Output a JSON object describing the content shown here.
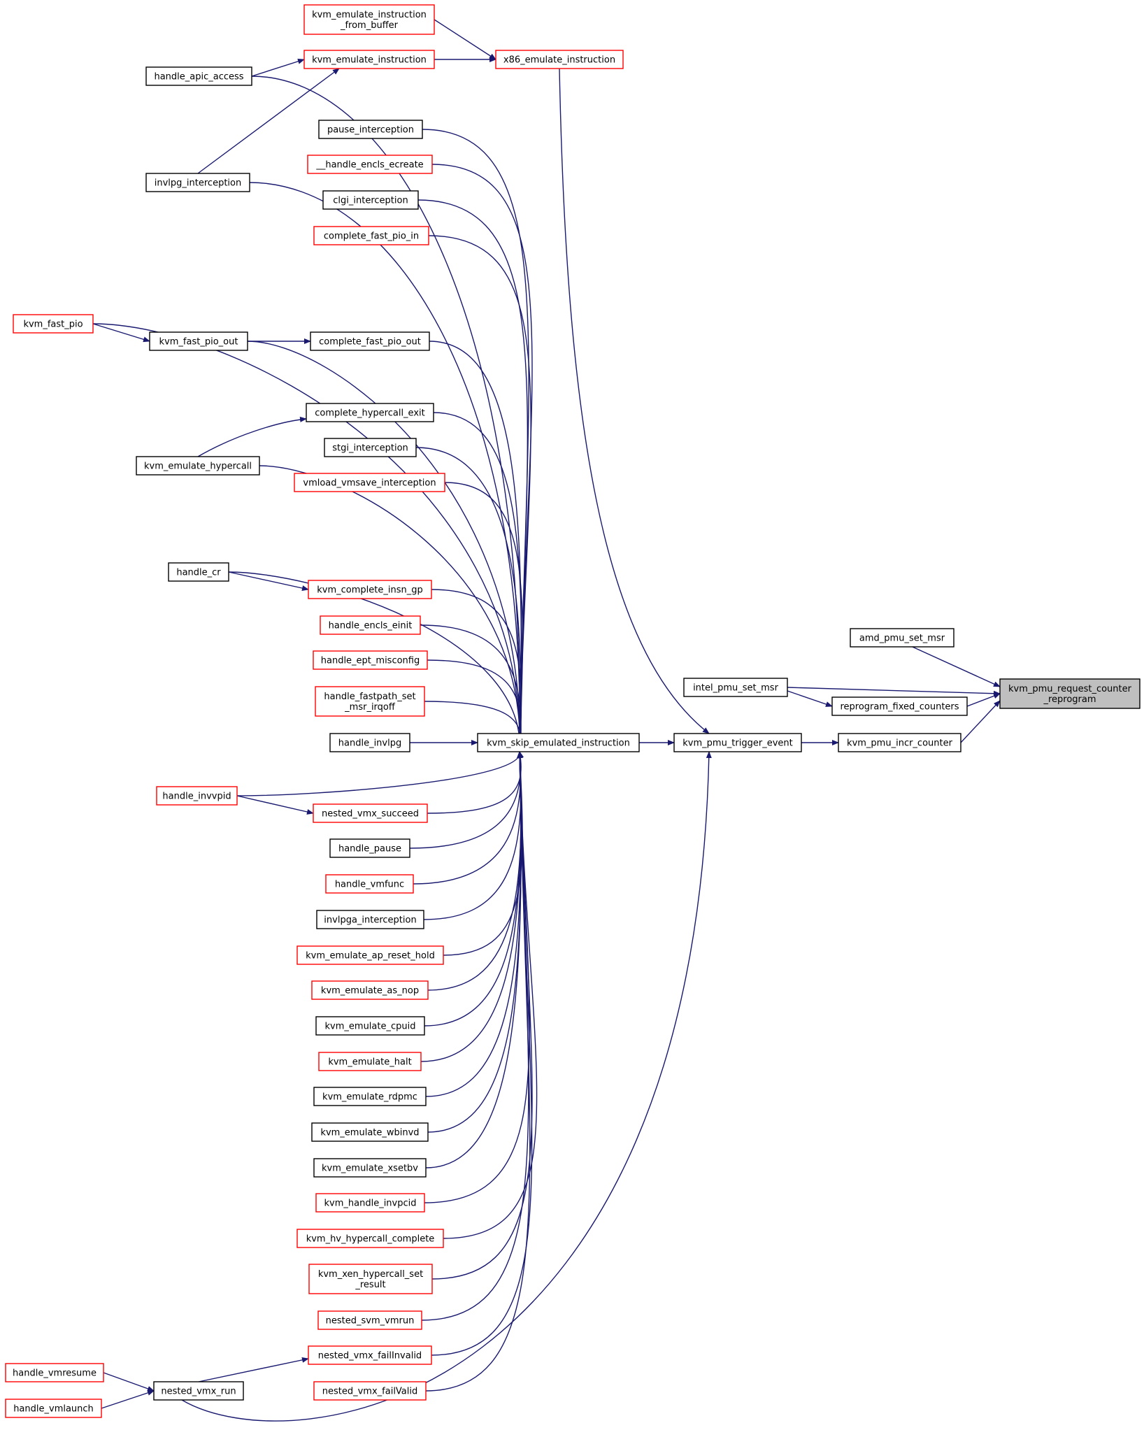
{
  "nodes": {
    "target": {
      "lines": [
        "kvm_pmu_request_counter",
        "_reprogram"
      ],
      "style": "gray"
    },
    "amd_pmu_set_msr": {
      "lines": [
        "amd_pmu_set_msr"
      ],
      "style": "black"
    },
    "intel_pmu_set_msr": {
      "lines": [
        "intel_pmu_set_msr"
      ],
      "style": "black"
    },
    "reprogram_fixed_counters": {
      "lines": [
        "reprogram_fixed_counters"
      ],
      "style": "black"
    },
    "kvm_pmu_incr_counter": {
      "lines": [
        "kvm_pmu_incr_counter"
      ],
      "style": "black"
    },
    "kvm_pmu_trigger_event": {
      "lines": [
        "kvm_pmu_trigger_event"
      ],
      "style": "black"
    },
    "kvm_skip_emulated_instruction": {
      "lines": [
        "kvm_skip_emulated_instruction"
      ],
      "style": "black"
    },
    "x86_emulate_instruction": {
      "lines": [
        "x86_emulate_instruction"
      ],
      "style": "red"
    },
    "kvm_emulate_instruction_from_buffer": {
      "lines": [
        "kvm_emulate_instruction",
        "_from_buffer"
      ],
      "style": "red"
    },
    "kvm_emulate_instruction": {
      "lines": [
        "kvm_emulate_instruction"
      ],
      "style": "red"
    },
    "handle_apic_access": {
      "lines": [
        "handle_apic_access"
      ],
      "style": "black"
    },
    "invlpg_interception": {
      "lines": [
        "invlpg_interception"
      ],
      "style": "black"
    },
    "pause_interception": {
      "lines": [
        "pause_interception"
      ],
      "style": "black"
    },
    "handle_encls_ecreate": {
      "lines": [
        "__handle_encls_ecreate"
      ],
      "style": "red"
    },
    "clgi_interception": {
      "lines": [
        "clgi_interception"
      ],
      "style": "black"
    },
    "complete_fast_pio_in": {
      "lines": [
        "complete_fast_pio_in"
      ],
      "style": "red"
    },
    "kvm_fast_pio": {
      "lines": [
        "kvm_fast_pio"
      ],
      "style": "red"
    },
    "kvm_fast_pio_out": {
      "lines": [
        "kvm_fast_pio_out"
      ],
      "style": "black"
    },
    "complete_fast_pio_out": {
      "lines": [
        "complete_fast_pio_out"
      ],
      "style": "black"
    },
    "complete_hypercall_exit": {
      "lines": [
        "complete_hypercall_exit"
      ],
      "style": "black"
    },
    "stgi_interception": {
      "lines": [
        "stgi_interception"
      ],
      "style": "black"
    },
    "kvm_emulate_hypercall": {
      "lines": [
        "kvm_emulate_hypercall"
      ],
      "style": "black"
    },
    "vmload_vmsave_interception": {
      "lines": [
        "vmload_vmsave_interception"
      ],
      "style": "red"
    },
    "handle_cr": {
      "lines": [
        "handle_cr"
      ],
      "style": "black"
    },
    "kvm_complete_insn_gp": {
      "lines": [
        "kvm_complete_insn_gp"
      ],
      "style": "red"
    },
    "handle_encls_einit": {
      "lines": [
        "handle_encls_einit"
      ],
      "style": "red"
    },
    "handle_ept_misconfig": {
      "lines": [
        "handle_ept_misconfig"
      ],
      "style": "red"
    },
    "handle_fastpath_set_msr_irqoff": {
      "lines": [
        "handle_fastpath_set",
        "_msr_irqoff"
      ],
      "style": "red"
    },
    "handle_invlpg": {
      "lines": [
        "handle_invlpg"
      ],
      "style": "black"
    },
    "handle_invvpid": {
      "lines": [
        "handle_invvpid"
      ],
      "style": "red"
    },
    "nested_vmx_succeed": {
      "lines": [
        "nested_vmx_succeed"
      ],
      "style": "red"
    },
    "handle_pause": {
      "lines": [
        "handle_pause"
      ],
      "style": "black"
    },
    "handle_vmfunc": {
      "lines": [
        "handle_vmfunc"
      ],
      "style": "red"
    },
    "invlpga_interception": {
      "lines": [
        "invlpga_interception"
      ],
      "style": "black"
    },
    "kvm_emulate_ap_reset_hold": {
      "lines": [
        "kvm_emulate_ap_reset_hold"
      ],
      "style": "red"
    },
    "kvm_emulate_as_nop": {
      "lines": [
        "kvm_emulate_as_nop"
      ],
      "style": "red"
    },
    "kvm_emulate_cpuid": {
      "lines": [
        "kvm_emulate_cpuid"
      ],
      "style": "black"
    },
    "kvm_emulate_halt": {
      "lines": [
        "kvm_emulate_halt"
      ],
      "style": "red"
    },
    "kvm_emulate_rdpmc": {
      "lines": [
        "kvm_emulate_rdpmc"
      ],
      "style": "black"
    },
    "kvm_emulate_wbinvd": {
      "lines": [
        "kvm_emulate_wbinvd"
      ],
      "style": "black"
    },
    "kvm_emulate_xsetbv": {
      "lines": [
        "kvm_emulate_xsetbv"
      ],
      "style": "black"
    },
    "kvm_handle_invpcid": {
      "lines": [
        "kvm_handle_invpcid"
      ],
      "style": "red"
    },
    "kvm_hv_hypercall_complete": {
      "lines": [
        "kvm_hv_hypercall_complete"
      ],
      "style": "red"
    },
    "kvm_xen_hypercall_set_result": {
      "lines": [
        "kvm_xen_hypercall_set",
        "_result"
      ],
      "style": "red"
    },
    "nested_svm_vmrun": {
      "lines": [
        "nested_svm_vmrun"
      ],
      "style": "red"
    },
    "nested_vmx_failInvalid": {
      "lines": [
        "nested_vmx_failInvalid"
      ],
      "style": "red"
    },
    "nested_vmx_failValid": {
      "lines": [
        "nested_vmx_failValid"
      ],
      "style": "red"
    },
    "handle_vmresume": {
      "lines": [
        "handle_vmresume"
      ],
      "style": "red"
    },
    "handle_vmlaunch": {
      "lines": [
        "handle_vmlaunch"
      ],
      "style": "red"
    },
    "nested_vmx_run": {
      "lines": [
        "nested_vmx_run"
      ],
      "style": "black"
    }
  },
  "edges": [
    [
      "amd_pmu_set_msr",
      "target"
    ],
    [
      "intel_pmu_set_msr",
      "target"
    ],
    [
      "intel_pmu_set_msr",
      "reprogram_fixed_counters"
    ],
    [
      "reprogram_fixed_counters",
      "target"
    ],
    [
      "kvm_pmu_incr_counter",
      "target"
    ],
    [
      "kvm_pmu_trigger_event",
      "kvm_pmu_incr_counter"
    ],
    [
      "kvm_skip_emulated_instruction",
      "kvm_pmu_trigger_event"
    ],
    [
      "x86_emulate_instruction",
      "kvm_pmu_trigger_event"
    ],
    [
      "nested_vmx_run",
      "kvm_pmu_trigger_event"
    ],
    [
      "kvm_emulate_instruction_from_buffer",
      "x86_emulate_instruction"
    ],
    [
      "kvm_emulate_instruction",
      "x86_emulate_instruction"
    ],
    [
      "handle_apic_access",
      "kvm_emulate_instruction"
    ],
    [
      "invlpg_interception",
      "kvm_emulate_instruction"
    ],
    [
      "handle_apic_access",
      "kvm_skip_emulated_instruction"
    ],
    [
      "invlpg_interception",
      "kvm_skip_emulated_instruction"
    ],
    [
      "pause_interception",
      "kvm_skip_emulated_instruction"
    ],
    [
      "handle_encls_ecreate",
      "kvm_skip_emulated_instruction"
    ],
    [
      "clgi_interception",
      "kvm_skip_emulated_instruction"
    ],
    [
      "complete_fast_pio_in",
      "kvm_skip_emulated_instruction"
    ],
    [
      "kvm_fast_pio",
      "kvm_fast_pio_out"
    ],
    [
      "kvm_fast_pio_out",
      "complete_fast_pio_out"
    ],
    [
      "kvm_fast_pio",
      "kvm_skip_emulated_instruction"
    ],
    [
      "kvm_fast_pio_out",
      "kvm_skip_emulated_instruction"
    ],
    [
      "complete_fast_pio_out",
      "kvm_skip_emulated_instruction"
    ],
    [
      "kvm_emulate_hypercall",
      "complete_hypercall_exit"
    ],
    [
      "complete_hypercall_exit",
      "kvm_skip_emulated_instruction"
    ],
    [
      "stgi_interception",
      "kvm_skip_emulated_instruction"
    ],
    [
      "kvm_emulate_hypercall",
      "kvm_skip_emulated_instruction"
    ],
    [
      "vmload_vmsave_interception",
      "kvm_skip_emulated_instruction"
    ],
    [
      "handle_cr",
      "kvm_complete_insn_gp"
    ],
    [
      "handle_cr",
      "kvm_skip_emulated_instruction"
    ],
    [
      "kvm_complete_insn_gp",
      "kvm_skip_emulated_instruction"
    ],
    [
      "handle_encls_einit",
      "kvm_skip_emulated_instruction"
    ],
    [
      "handle_ept_misconfig",
      "kvm_skip_emulated_instruction"
    ],
    [
      "handle_fastpath_set_msr_irqoff",
      "kvm_skip_emulated_instruction"
    ],
    [
      "handle_invlpg",
      "kvm_skip_emulated_instruction"
    ],
    [
      "handle_invvpid",
      "kvm_skip_emulated_instruction"
    ],
    [
      "handle_invvpid",
      "nested_vmx_succeed"
    ],
    [
      "nested_vmx_succeed",
      "kvm_skip_emulated_instruction"
    ],
    [
      "handle_pause",
      "kvm_skip_emulated_instruction"
    ],
    [
      "handle_vmfunc",
      "kvm_skip_emulated_instruction"
    ],
    [
      "invlpga_interception",
      "kvm_skip_emulated_instruction"
    ],
    [
      "kvm_emulate_ap_reset_hold",
      "kvm_skip_emulated_instruction"
    ],
    [
      "kvm_emulate_as_nop",
      "kvm_skip_emulated_instruction"
    ],
    [
      "kvm_emulate_cpuid",
      "kvm_skip_emulated_instruction"
    ],
    [
      "kvm_emulate_halt",
      "kvm_skip_emulated_instruction"
    ],
    [
      "kvm_emulate_rdpmc",
      "kvm_skip_emulated_instruction"
    ],
    [
      "kvm_emulate_wbinvd",
      "kvm_skip_emulated_instruction"
    ],
    [
      "kvm_emulate_xsetbv",
      "kvm_skip_emulated_instruction"
    ],
    [
      "kvm_handle_invpcid",
      "kvm_skip_emulated_instruction"
    ],
    [
      "kvm_hv_hypercall_complete",
      "kvm_skip_emulated_instruction"
    ],
    [
      "kvm_xen_hypercall_set_result",
      "kvm_skip_emulated_instruction"
    ],
    [
      "nested_svm_vmrun",
      "kvm_skip_emulated_instruction"
    ],
    [
      "nested_vmx_failInvalid",
      "kvm_skip_emulated_instruction"
    ],
    [
      "nested_vmx_failValid",
      "kvm_skip_emulated_instruction"
    ],
    [
      "handle_vmresume",
      "nested_vmx_run"
    ],
    [
      "handle_vmlaunch",
      "nested_vmx_run"
    ],
    [
      "nested_vmx_run",
      "nested_vmx_failInvalid"
    ]
  ],
  "colors": {
    "edge": "#191970",
    "red_border": "#ff0000",
    "target_fill": "#bfbfbf"
  }
}
